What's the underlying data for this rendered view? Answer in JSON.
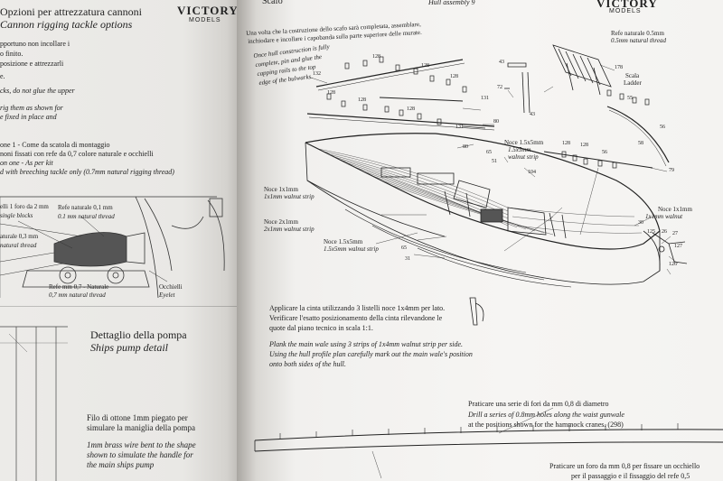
{
  "left_page": {
    "logo": {
      "word": "VICTORY",
      "sub": "MODELS"
    },
    "title_it": "Opzioni per attrezzatura cannoni",
    "title_en": "Cannon rigging tackle options",
    "fragments": [
      "pportuno non incollare i",
      "o finito.",
      "posizione e attrezzarli",
      "e.",
      "cks, do not glue the upper",
      "rig them as shown for",
      "e fixed in place and"
    ],
    "option_it": "one 1 - Come da scatola di montaggio",
    "option_it2": "noni fissati con refe da 0,7 colore naturale e occhielli",
    "option_en": "on one - As per kit",
    "option_en2": "d with breeching tackle only (0.7mm natural rigging thread)",
    "callouts": {
      "blocks_it": "elli 1 foro da 2 mm",
      "blocks_en": "single blocks",
      "thread1_it": "Refe naturale 0,1 mm",
      "thread1_en": "0.1 mm natural thread",
      "thread3_it": "aturale 0,3 mm",
      "thread3_en": "natural thread",
      "thread7_it": "Refe mm 0,7 - Naturale",
      "thread7_en": "0,7 mm natural thread",
      "eyelet_it": "Occhielli",
      "eyelet_en": "Eyelet"
    },
    "pump_title_it": "Dettaglio della pompa",
    "pump_title_en": "Ships pump detail",
    "pump_it": [
      "Filo di ottone 1mm piegato per",
      "simulare la maniglia della pompa"
    ],
    "pump_en": [
      "1mm brass wire bent to the shape",
      "shown to simulate the handle for",
      "the main ships pump"
    ]
  },
  "right_page": {
    "header_left": "Scafo",
    "header_right": "Hull assembly 9",
    "logo": {
      "word": "VICTORY",
      "sub": "MODELS"
    },
    "intro_it": [
      "Una volta che la costruzione dello scafo sarà completata, assemblare,",
      "inchiodare e incollare i capobanda sulla parte superiore delle murate."
    ],
    "intro_en": [
      "Once hull construction is fully",
      "complete, pin and glue the",
      "capping rails to the top",
      "edge of the bulwarks."
    ],
    "walnut_strip_1x1_it": "Noce 1x1mm",
    "walnut_strip_1x1_en": "1x1mm walnut strip",
    "walnut_strip_2x1_it": "Noce 2x1mm",
    "walnut_strip_2x1_en": "2x1mm walnut strip",
    "walnut_strip_15_it": "Noce 1.5x5mm",
    "walnut_strip_15_en": "1.5x5mm walnut strip",
    "walnut_strip_15b_it": "Noce 1.5x5mm",
    "walnut_strip_15b_en": "1.5x5mm",
    "walnut_strip_15b_en2": "walnut strip",
    "walnut_1x1_right_it": "Noce 1x1mm",
    "walnut_1x1_right_en": "1x1mm walnut",
    "thread05_it": "Refe naturale 0.5mm",
    "thread05_en": "0.5mm natural thread",
    "ladder_it": "Scala",
    "ladder_en": "Ladder",
    "wale_it": [
      "Applicare la cinta utilizzando 3 listelli noce 1x4mm per lato.",
      "Verificare l'esatto posizionamento della cinta rilevandone le",
      "quote dal piano tecnico in scala 1:1."
    ],
    "wale_en": [
      "Plank the main wale using 3 strips of 1x4mm walnut strip per side.",
      "Using the hull profile plan carefully mark out the main wale's position",
      "onto both sides of the hull."
    ],
    "holes_it": "Praticare una serie di fori da mm 0,8 di diametro",
    "holes_en": [
      "Drill a series of 0.8mm holes along the waist gunwale",
      "at the positions shown for the hammock cranes. (298)"
    ],
    "bottom_it": [
      "Praticare un foro da mm 0,8 per fissare un occhiello",
      "per il passaggio e il fissaggio del refe 0,5"
    ],
    "part_numbers": {
      "p132": "132",
      "p128a": "128",
      "p128b": "128",
      "p128c": "128",
      "p128d": "128",
      "p128e": "128",
      "p128f": "128",
      "p128g": "128",
      "p128h": "128",
      "p131a": "131",
      "p131b": "131",
      "p80a": "80",
      "p80b": "80",
      "p43a": "43",
      "p43b": "43",
      "p72": "72",
      "p178": "178",
      "p55": "55",
      "p56a": "56",
      "p56b": "56",
      "p58": "58",
      "p79": "79",
      "p65a": "65",
      "p65b": "65",
      "p51": "51",
      "p104": "104",
      "p31": "31",
      "p30": "30",
      "p125": "125",
      "p26": "26",
      "p27": "27",
      "p127": "127",
      "p126": "126"
    }
  }
}
